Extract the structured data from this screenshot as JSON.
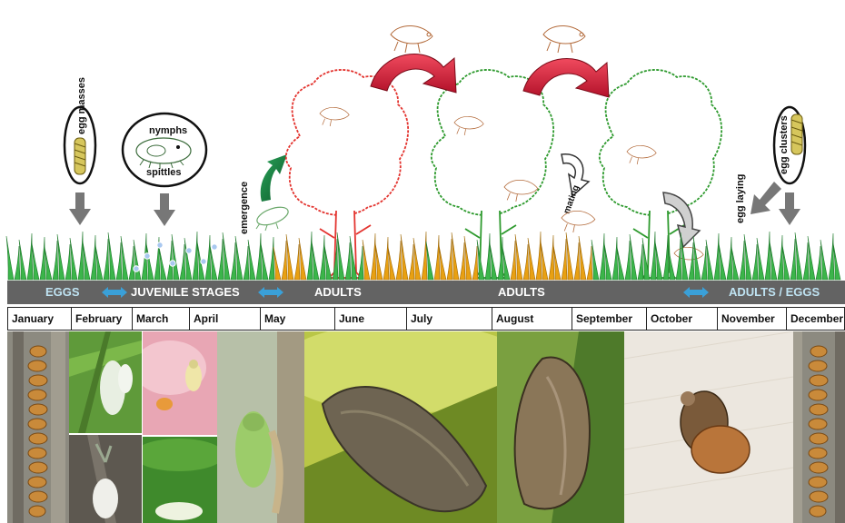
{
  "callouts": {
    "egg_masses": "egg masses",
    "nymphs": "nymphs",
    "spittles": "spittles",
    "egg_clusters": "egg clusters"
  },
  "labels": {
    "emergence": "emergence",
    "mating": "mating",
    "egg_laying": "egg laying"
  },
  "stages": {
    "eggs": "EGGS",
    "juvenile": "JUVENILE STAGES",
    "adults_1": "ADULTS",
    "adults_2": "ADULTS",
    "adults_eggs": "ADULTS / EGGS"
  },
  "months": [
    "January",
    "February",
    "March",
    "April",
    "May",
    "June",
    "July",
    "August",
    "September",
    "October",
    "November",
    "December"
  ],
  "colors": {
    "stage_bar": "#636363",
    "arrow_red": "#e8203c",
    "arrow_green": "#1a7a3a",
    "tree_red": "#e3342f",
    "tree_green": "#2e9a2e",
    "grass": "#3bb54a",
    "dry_grass": "#e8a012",
    "double_arrow": "#3aa0d8"
  }
}
